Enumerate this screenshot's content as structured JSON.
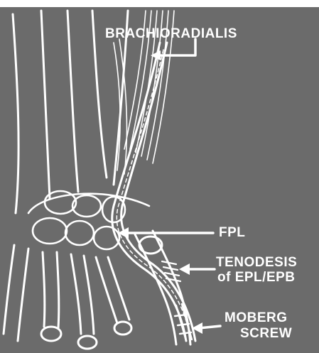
{
  "colors": {
    "background": "#6b6b6b",
    "lines": "#ffffff",
    "top_bar": "#ffffff"
  },
  "labels": {
    "brachioradialis": "BRACHIORADIALIS",
    "fpl": "FPL",
    "tenodesis_line1": "TENODESIS",
    "tenodesis_line2": "of EPL/EPB",
    "moberg_line1": "MOBERG",
    "moberg_line2": "SCREW"
  }
}
